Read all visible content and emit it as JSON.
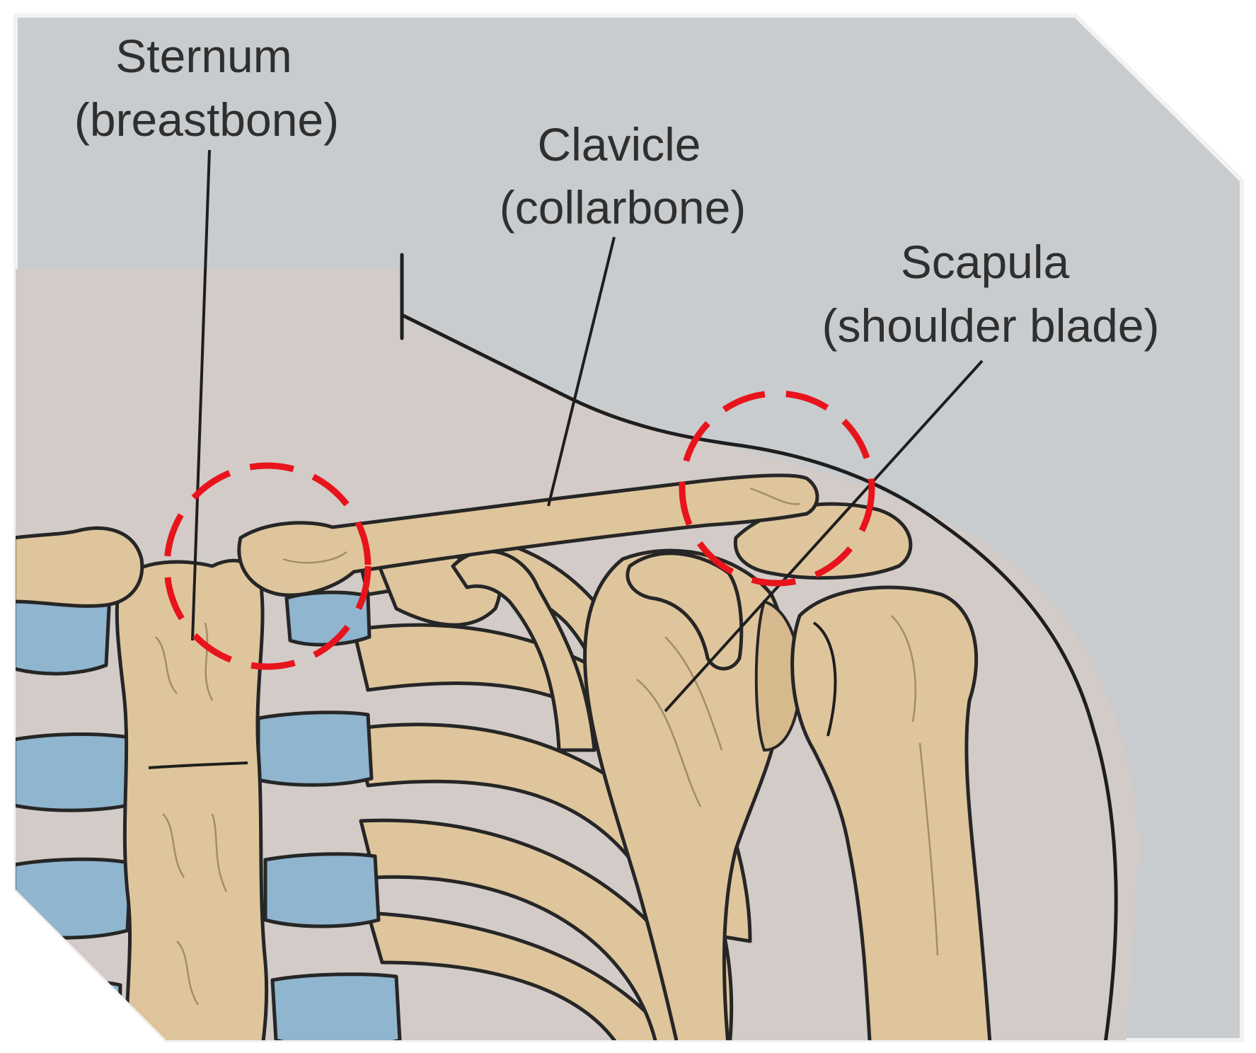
{
  "labels": {
    "sternum_line1": "Sternum",
    "sternum_line2": "(breastbone)",
    "clavicle_line1": "Clavicle",
    "clavicle_line2": "(collarbone)",
    "scapula_line1": "Scapula",
    "scapula_line2": "(shoulder blade)"
  },
  "annotations": {
    "highlight_color": "#e8141c",
    "highlight_style": "dashed-circle"
  },
  "colors": {
    "background": "#c9ccce",
    "body_area": "#d3cdca",
    "bone": "#dfc59c",
    "cartilage": "#8fb5cf",
    "outline": "#262626"
  }
}
